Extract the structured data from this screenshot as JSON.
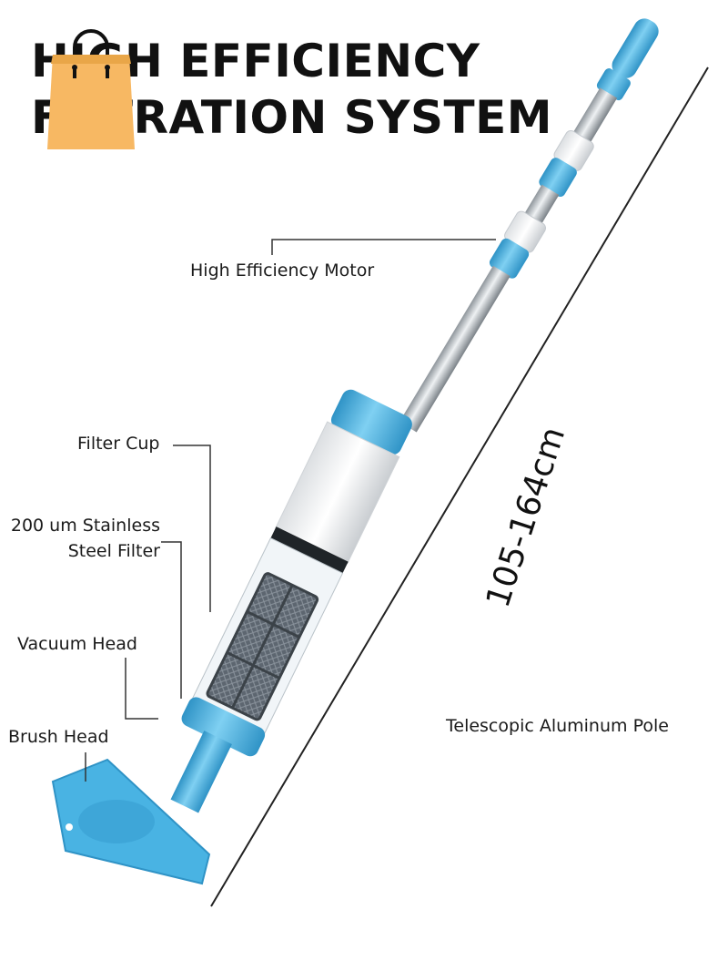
{
  "headline": {
    "line1": "HIGH EFFICIENCY",
    "line2": "FILTRATION SYSTEM"
  },
  "callouts": {
    "motor": "High Efficiency Motor",
    "filter_cup": "Filter Cup",
    "steel_filter_line1": "200 um Stainless",
    "steel_filter_line2": "Steel Filter",
    "vacuum_head": "Vacuum Head",
    "brush_head": "Brush Head",
    "pole": "Telescopic Aluminum Pole"
  },
  "dimension_label": "105-164cm",
  "overlay_icon": "shopping-bag-icon",
  "colors": {
    "accent_blue": "#49b3e3",
    "bag_orange": "#f7b863",
    "headline": "#111111"
  }
}
